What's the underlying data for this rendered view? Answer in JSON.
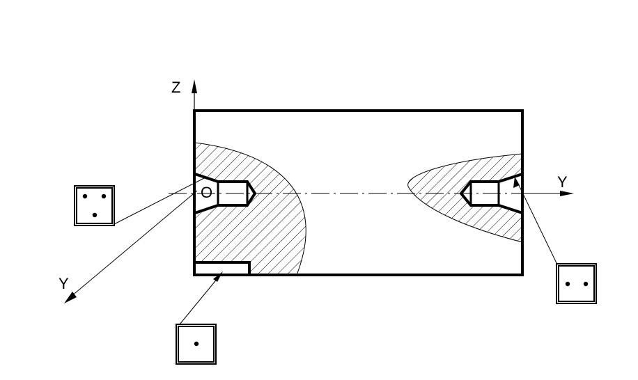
{
  "labels": {
    "axis_z": "Z",
    "axis_y_right": "Y",
    "axis_y_oblique": "Y",
    "origin": "O"
  },
  "symbols": {
    "left_points": 3,
    "right_points": 2,
    "bottom_points": 1
  },
  "colors": {
    "stroke": "#000000",
    "background": "#ffffff"
  }
}
